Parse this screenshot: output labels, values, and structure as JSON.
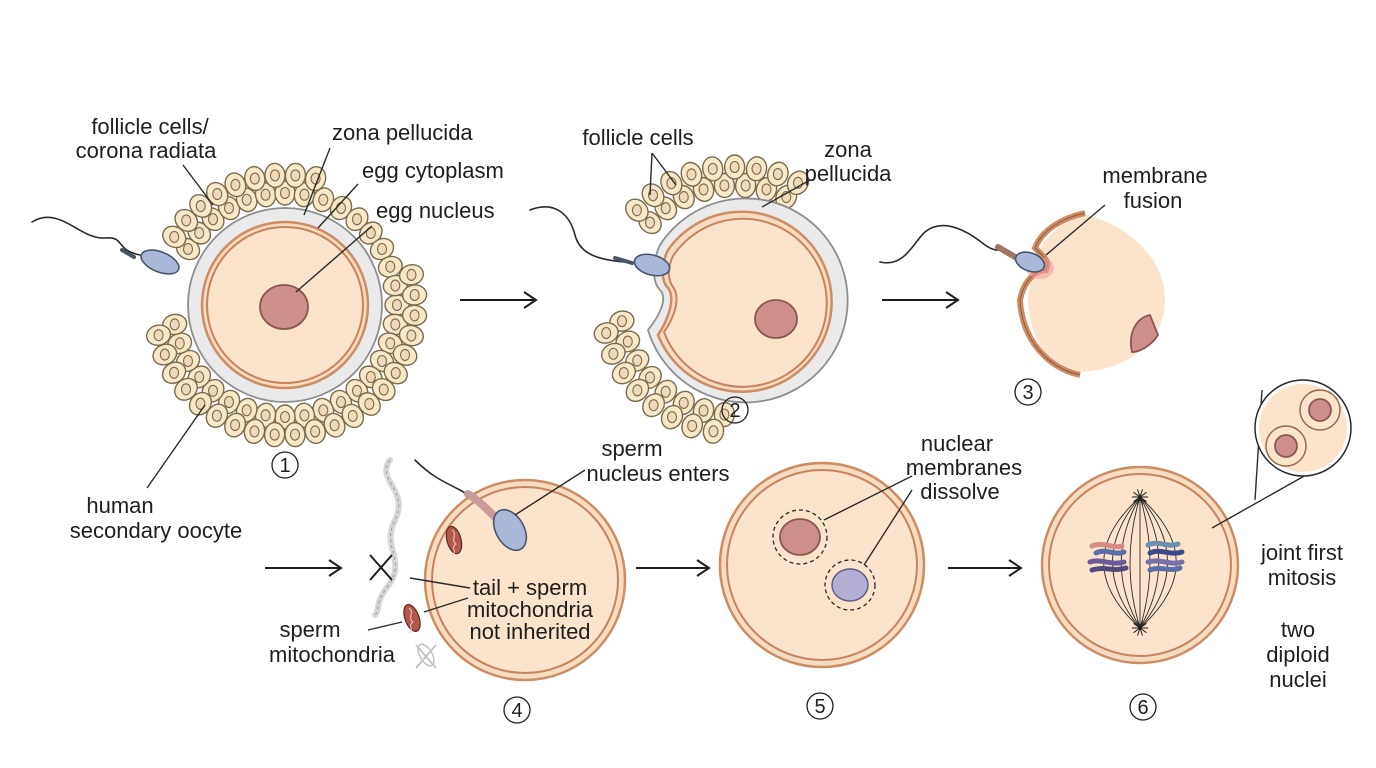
{
  "labels": {
    "follicle_cells_corona_line1": "follicle cells/",
    "follicle_cells_corona_line2": "corona radiata",
    "zona_pellucida_1": "zona pellucida",
    "egg_cytoplasm": "egg cytoplasm",
    "egg_nucleus": "egg nucleus",
    "human_secondary_oocyte_line1": "human",
    "human_secondary_oocyte_line2": "secondary oocyte",
    "follicle_cells_2": "follicle cells",
    "zona_pellucida_2_line1": "zona",
    "zona_pellucida_2_line2": "pellucida",
    "membrane_fusion_line1": "membrane",
    "membrane_fusion_line2": "fusion",
    "sperm_nucleus_enters_line1": "sperm",
    "sperm_nucleus_enters_line2": "nucleus enters",
    "tail_not_inherited_line1": "tail + sperm",
    "tail_not_inherited_line2": "mitochondria",
    "tail_not_inherited_line3": "not inherited",
    "sperm_mitochondria_line1": "sperm",
    "sperm_mitochondria_line2": "mitochondria",
    "nuclear_membranes_line1": "nuclear",
    "nuclear_membranes_line2": "membranes",
    "nuclear_membranes_line3": "dissolve",
    "joint_first_mitosis_line1": "joint first",
    "joint_first_mitosis_line2": "mitosis",
    "two_diploid_nuclei_line1": "two",
    "two_diploid_nuclei_line2": "diploid",
    "two_diploid_nuclei_line3": "nuclei"
  },
  "steps": [
    "①",
    "②",
    "③",
    "④",
    "⑤",
    "⑥"
  ],
  "colors": {
    "cytoplasm": "#fbe3cc",
    "cell_wall": "#cf8c62",
    "zona": "#eaeaea",
    "nucleus": "#cf8f8c",
    "sperm_head": "#a9b8d9",
    "follicle": "#f7e9c8",
    "fusion_highlight": "#f19a9a"
  }
}
